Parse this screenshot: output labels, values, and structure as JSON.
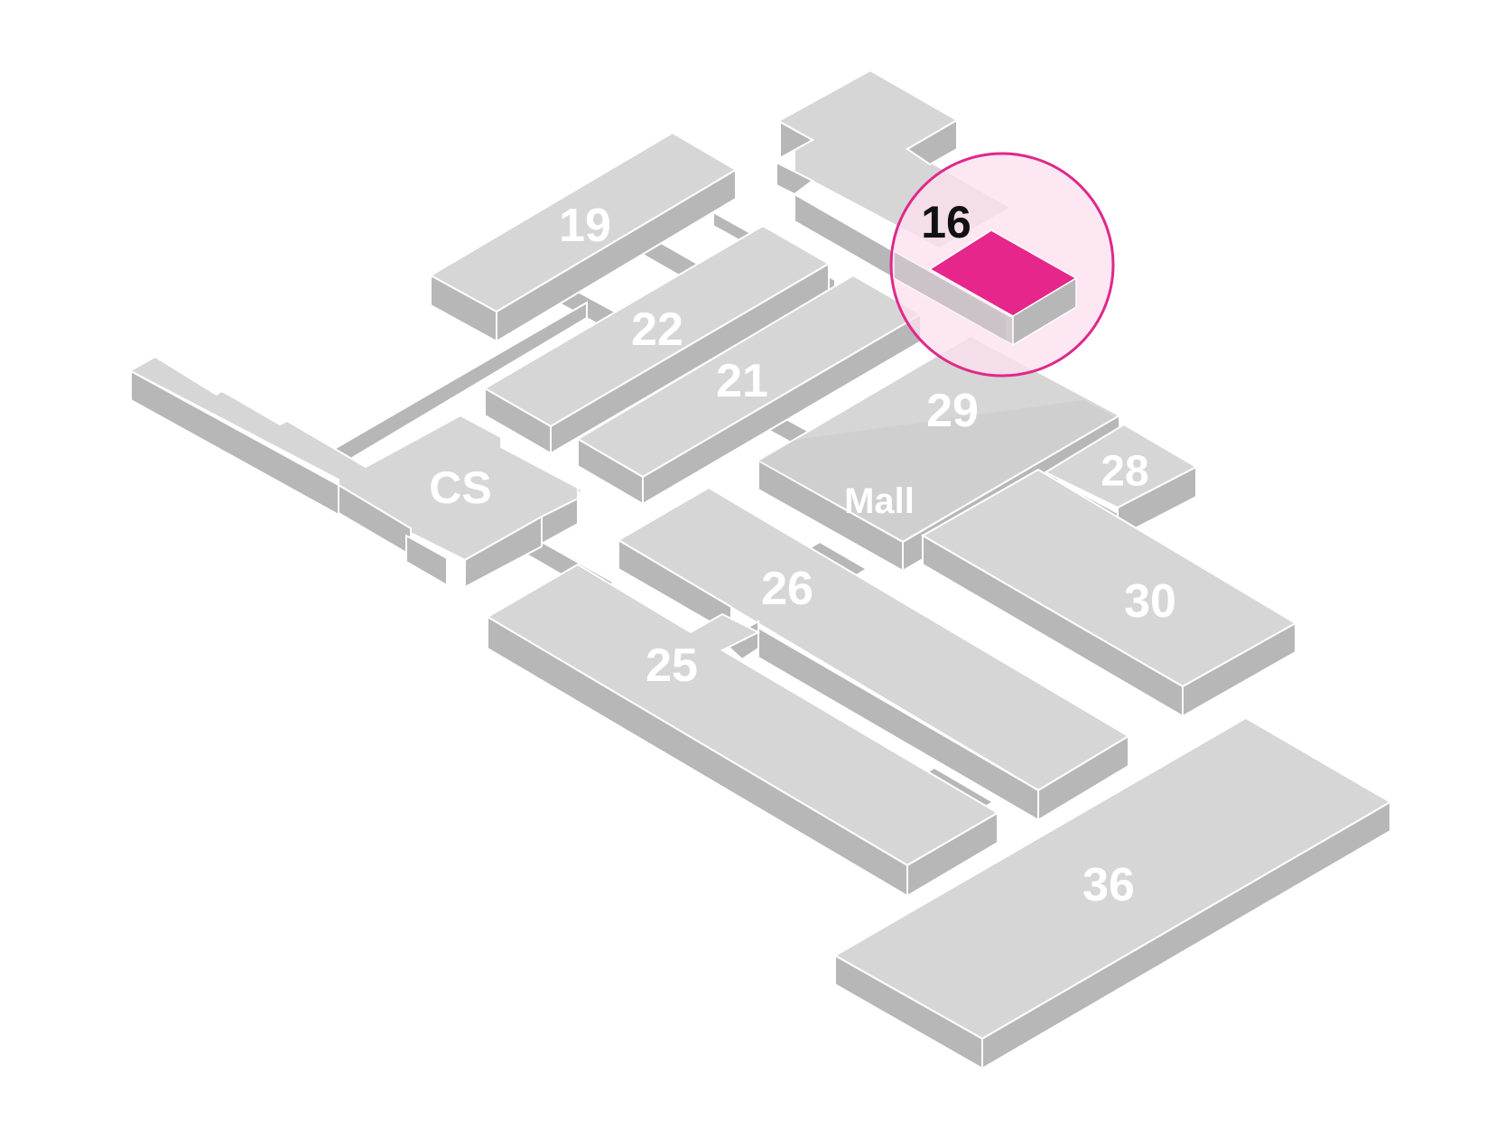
{
  "map": {
    "colors": {
      "background": "#ffffff",
      "top": "#d6d6d6",
      "side": "#b7b7b7",
      "outline": "#ffffff",
      "label": "#ffffff",
      "highlight": "#e6268a",
      "highlight_ring": "#e0288a",
      "highlight_fill": "#fbe0ee",
      "highlight_label": "#111111"
    },
    "buildings": [
      {
        "id": "19",
        "label": "19"
      },
      {
        "id": "22",
        "label": "22"
      },
      {
        "id": "21",
        "label": "21"
      },
      {
        "id": "cs",
        "label": "CS"
      },
      {
        "id": "29",
        "label": "29"
      },
      {
        "id": "mall",
        "label": "Mall"
      },
      {
        "id": "28",
        "label": "28"
      },
      {
        "id": "26",
        "label": "26"
      },
      {
        "id": "30",
        "label": "30"
      },
      {
        "id": "25",
        "label": "25"
      },
      {
        "id": "36",
        "label": "36"
      }
    ],
    "highlighted": {
      "id": "16",
      "label": "16"
    }
  }
}
